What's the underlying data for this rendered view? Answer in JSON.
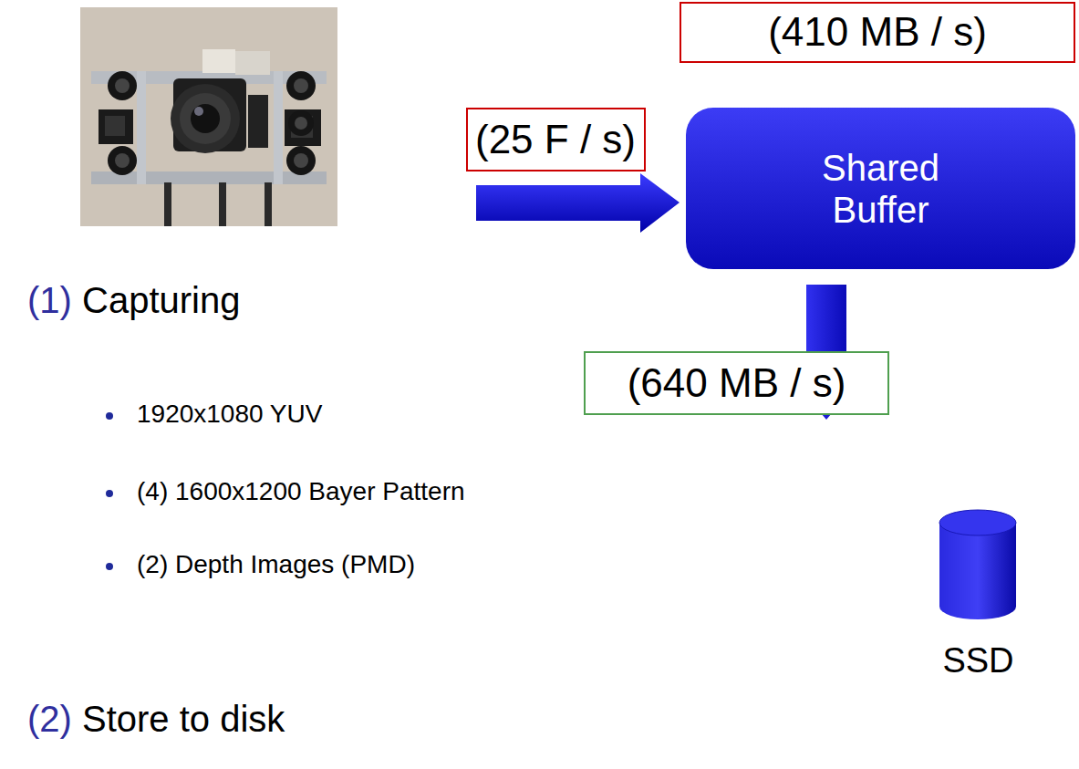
{
  "diagram": {
    "nodes": [
      {
        "text": [
          "(410 MB / s)"
        ]
      },
      {
        "text": [
          "(25 F / s)"
        ]
      },
      {
        "text": [
          "Shared Buffer"
        ]
      },
      {
        "text": [
          "(640 MB / s)"
        ]
      },
      {
        "text": [
          "SSD"
        ]
      }
    ],
    "edges": [
      {
        "from": 2,
        "to": 4,
        "arrow": "to"
      }
    ],
    "labels": [
      "(1)",
      "Capturing",
      "1920x1080 YUV",
      "(4) 1600x1200 Bayer Pattern",
      "(2) Depth Images (PMD)",
      "(2)",
      "Store to disk"
    ]
  }
}
